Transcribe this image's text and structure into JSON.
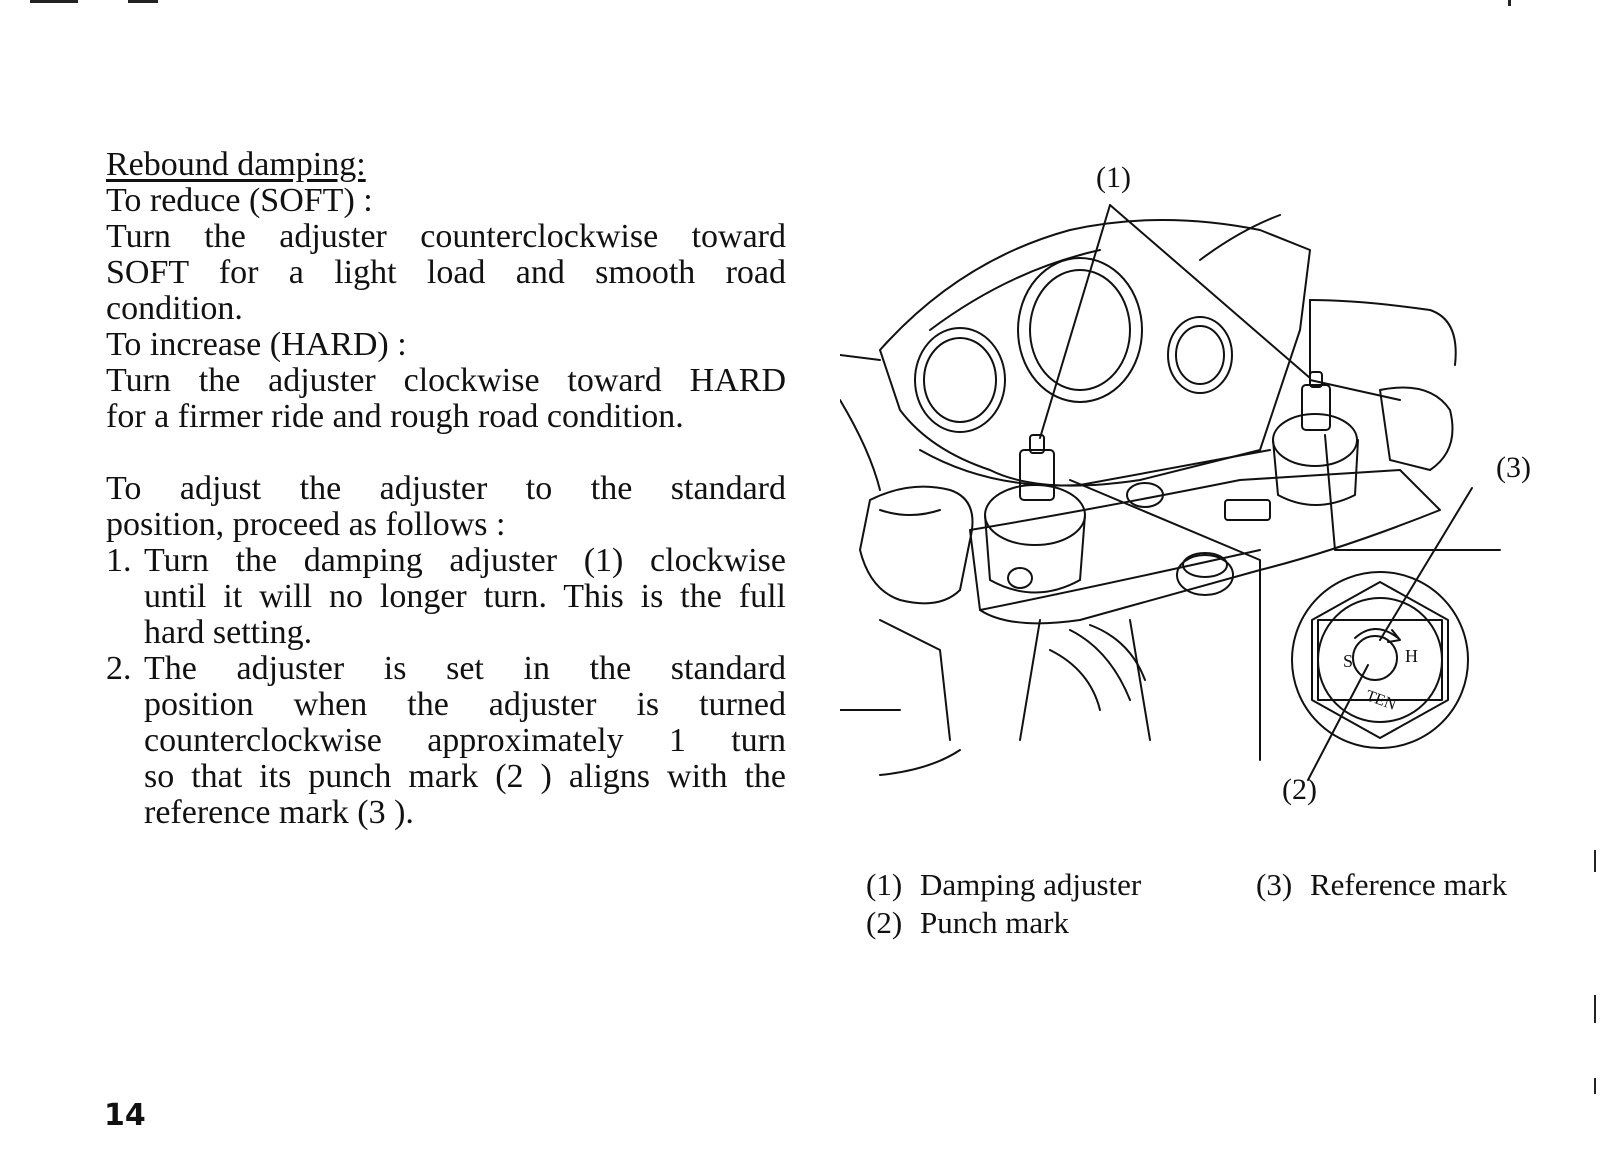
{
  "text": {
    "heading": "Rebound damping:",
    "reduce_title": "To reduce (SOFT) :",
    "reduce_line1": "Turn the adjuster counterclockwise toward",
    "reduce_line2": "SOFT for a light load and smooth road",
    "reduce_line3": "condition.",
    "increase_title": "To increase (HARD) :",
    "increase_line1": "Turn the adjuster clockwise toward HARD",
    "increase_line2": "for a firmer ride and rough road condition.",
    "standard_line1": "To adjust the adjuster to the standard",
    "standard_line2": "position, proceed as follows :",
    "step1_num": "1.",
    "step1_line1": "Turn the damping adjuster (1) clockwise",
    "step1_line2": "until it will no longer turn. This is the full",
    "step1_line3": "hard setting.",
    "step2_num": "2.",
    "step2_line1": "The adjuster is set in the standard",
    "step2_line2": "position when the adjuster is turned",
    "step2_line3": "counterclockwise approximately 1 turn",
    "step2_line4": "so that its punch mark (2 ) aligns with the",
    "step2_line5": "reference mark (3 )."
  },
  "figure": {
    "callout1": "(1)",
    "callout2": "(2)",
    "callout3": "(3)",
    "dial_letter_s": "S",
    "dial_letter_h": "H",
    "dial_word": "TEN"
  },
  "legend": {
    "item1_num": "(1)",
    "item1_label": "Damping adjuster",
    "item2_num": "(2)",
    "item2_label": "Punch mark",
    "item3_num": "(3)",
    "item3_label": "Reference mark"
  },
  "page_number": "14"
}
